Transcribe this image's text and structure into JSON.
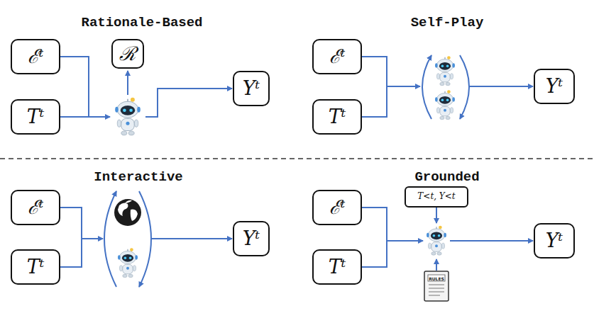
{
  "diagram": {
    "nodes": [
      {
        "text": [
          "ℰᵗ"
        ]
      },
      {
        "text": [
          "ℛ"
        ]
      },
      {
        "text": [
          "Tᵗ"
        ]
      },
      {
        "text": [
          "Yᵗ"
        ]
      },
      {
        "text": [
          "ℰᵗ"
        ]
      },
      {
        "text": [
          "Tᵗ"
        ]
      },
      {
        "text": [
          "Yᵗ"
        ]
      },
      {
        "text": [
          "ℰᵗ"
        ]
      },
      {
        "text": [
          "Tᵗ"
        ]
      },
      {
        "text": [
          "Yᵗ"
        ]
      },
      {
        "text": [
          "T<t, Y<t"
        ]
      },
      {
        "text": [
          "ℰᵗ"
        ]
      },
      {
        "text": [
          "Tᵗ"
        ]
      },
      {
        "text": [
          "Yᵗ"
        ]
      }
    ],
    "labels": [
      "Rationale-Based",
      "Self-Play",
      "Interactive",
      "Grounded",
      "RULES"
    ]
  }
}
